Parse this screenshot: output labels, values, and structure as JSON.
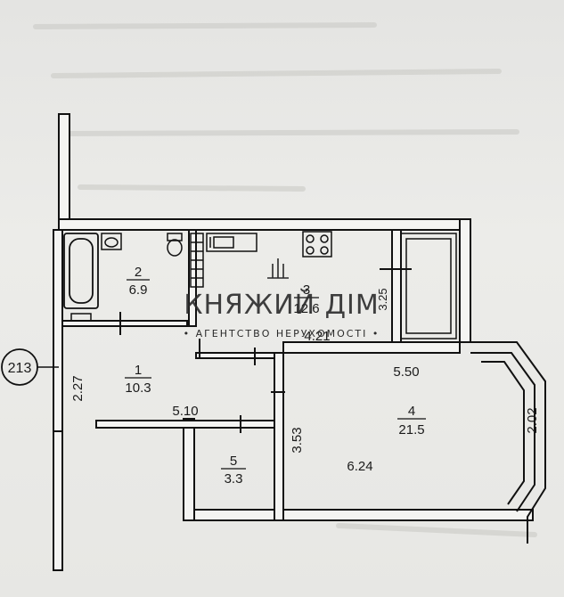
{
  "rooms": [
    {
      "number": "1",
      "area": "10.3"
    },
    {
      "number": "2",
      "area": "6.9"
    },
    {
      "number": "3",
      "area": "12.6"
    },
    {
      "number": "4",
      "area": "21.5"
    },
    {
      "number": "5",
      "area": "3.3"
    }
  ],
  "dimensions": {
    "d_510": "5.10",
    "d_227": "2.27",
    "d_421": "4.21",
    "d_550": "5.50",
    "d_353": "3.53",
    "d_624": "6.24",
    "d_202": "2.02",
    "d_side": "3.25"
  },
  "axis_marker": "213",
  "watermark": {
    "title": "КНЯЖИЙ ДІМ",
    "subtitle": "• АГЕНТСТВО НЕРУХОМОСТІ •"
  },
  "colors": {
    "background": "#e9e9e7",
    "wall": "#111111",
    "wall_fill": "#f2f2f0"
  }
}
